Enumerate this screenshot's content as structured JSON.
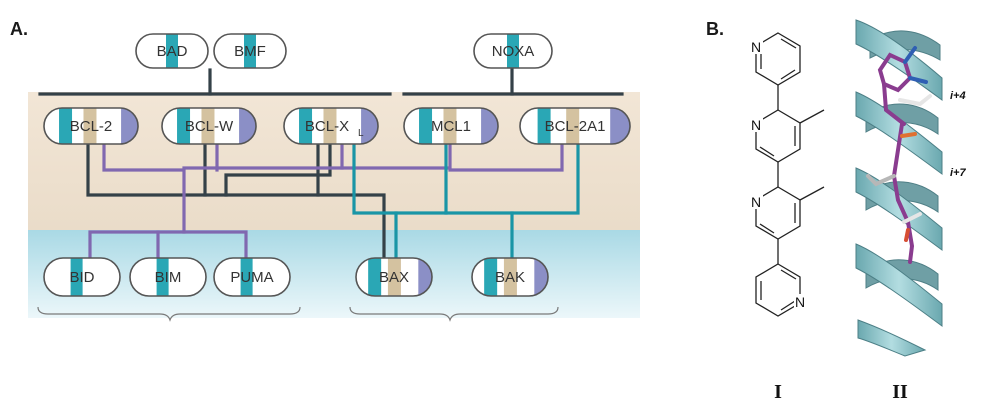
{
  "panels": {
    "a_label": "A.",
    "b_label": "B."
  },
  "colors": {
    "teal": "#2aa7b5",
    "tan": "#d4c2a0",
    "lavender": "#8b8fc6",
    "dark_line": "#344148",
    "purple_line": "#8068b0",
    "teal_line": "#1995a6",
    "beige_band": "#efe3d3",
    "blue_band": "#bfe3ec",
    "helix": "#8fc2c8"
  },
  "diagram": {
    "top_left_group": [
      "BAD",
      "BMF"
    ],
    "top_right_group": [
      "NOXA"
    ],
    "anti_apoptotic": {
      "bcl2": "BCL-2",
      "bclw": "BCL-W",
      "bclxl_main": "BCL-X",
      "bclxl_sub": "L",
      "mcl1": "MCL1",
      "bcl2a1": "BCL-2A1"
    },
    "activators": [
      "BID",
      "BIM",
      "PUMA"
    ],
    "effectors": [
      "BAX",
      "BAK"
    ]
  },
  "molecule": {
    "atom_label": "N",
    "residue_labels": [
      "i+4",
      "i+7"
    ],
    "captions": [
      "I",
      "II"
    ]
  }
}
